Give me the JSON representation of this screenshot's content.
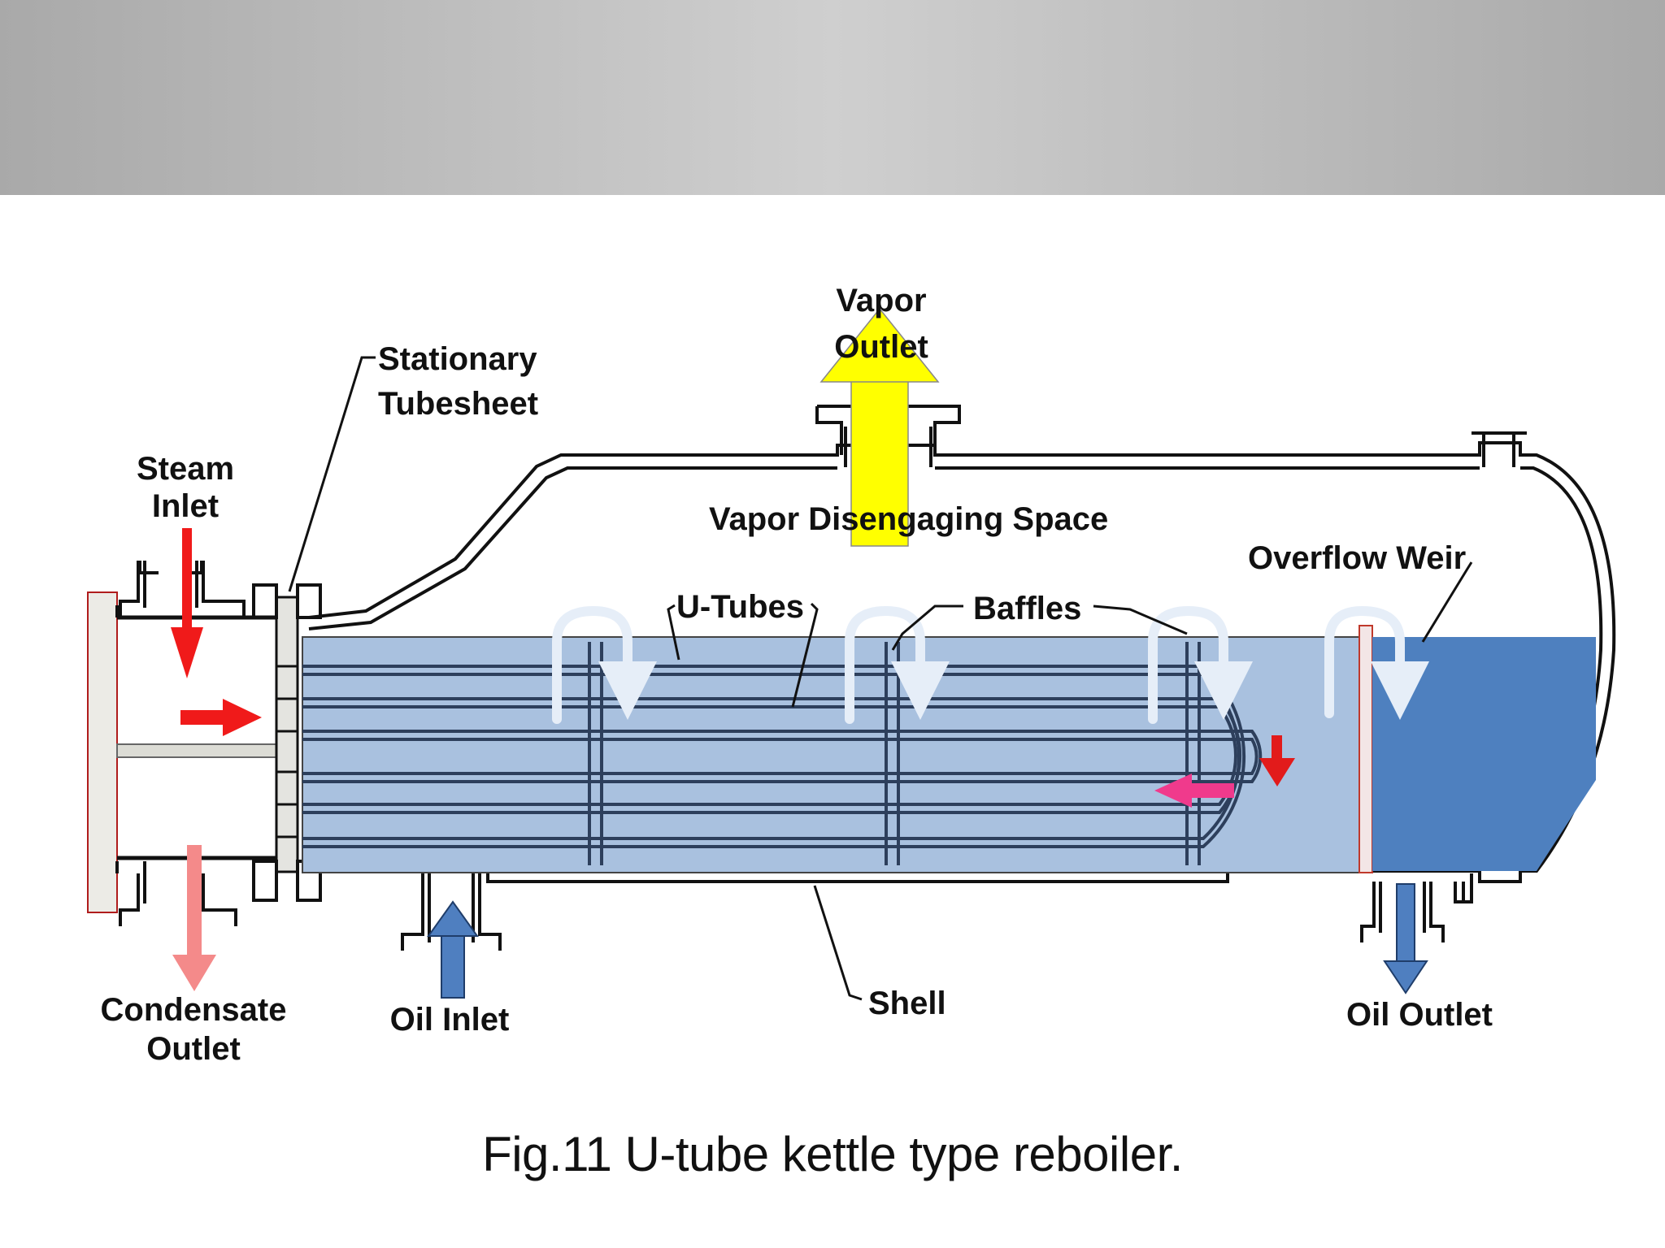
{
  "labels": {
    "vapor_outlet_line1": "Vapor",
    "vapor_outlet_line2": "Outlet",
    "stationary_line1": "Stationary",
    "stationary_line2": "Tubesheet",
    "steam_line1": "Steam",
    "steam_line2": "Inlet",
    "vapor_space": "Vapor Disengaging Space",
    "overflow_weir": "Overflow Weir",
    "u_tubes": "U-Tubes",
    "baffles": "Baffles",
    "shell": "Shell",
    "condensate_line1": "Condensate",
    "condensate_line2": "Outlet",
    "oil_inlet": "Oil Inlet",
    "oil_outlet": "Oil Outlet"
  },
  "caption": "Fig.11  U-tube kettle type reboiler.",
  "colors": {
    "header_band": "#bdbdbd",
    "tube_bundle_fill": "#a9c1df",
    "liquid_pool_fill": "#4e80bf",
    "steam_arrow": "#f01a1a",
    "condensate_arrow": "#f48a8a",
    "oil_arrow": "#4f7fc0",
    "vapor_arrow": "#ffff00",
    "return_arrow": "#f03a8c",
    "flow_arrow": "#e6eef8"
  }
}
